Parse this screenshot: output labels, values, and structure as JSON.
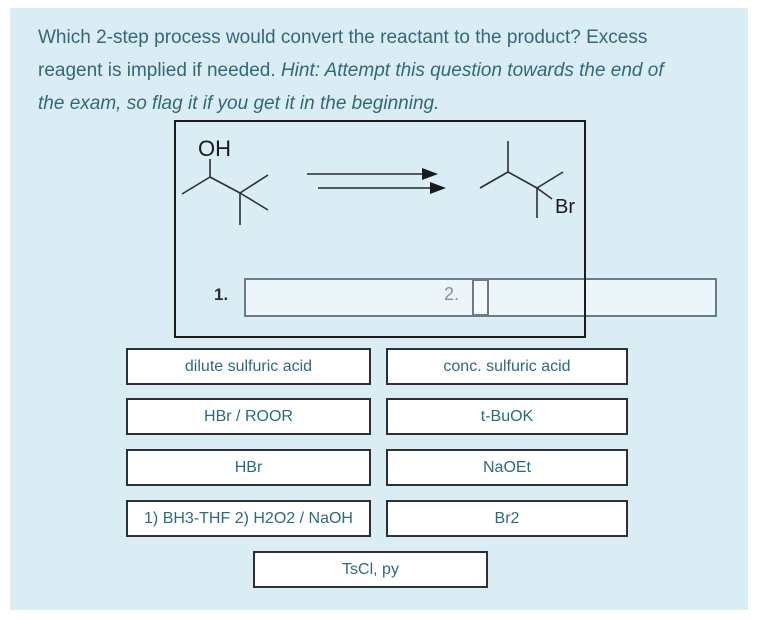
{
  "question": {
    "lines": [
      {
        "normal": "Which 2-step process would convert the reactant to the product? Excess"
      },
      {
        "normal": "reagent is implied if needed. ",
        "italic": "Hint: Attempt this question towards the end of"
      },
      {
        "italic": "the exam, so flag it if you get it in the beginning."
      }
    ]
  },
  "reaction": {
    "reactant_substituent": "OH",
    "product_substituent": "Br"
  },
  "blanks": [
    {
      "label": "1."
    },
    {
      "label": "2."
    }
  ],
  "options": [
    "dilute sulfuric acid",
    "conc. sulfuric acid",
    "HBr / ROOR",
    "t-BuOK",
    "HBr",
    "NaOEt",
    "1) BH3-THF 2) H2O2 / NaOH",
    "Br2",
    "TsCl, py"
  ],
  "colors": {
    "panel_bg": "#daecf4",
    "question_text": "#336879",
    "option_text": "#2e6a7f",
    "option_border": "#2b3137",
    "dropzone_border": "#6f7b84",
    "dropzone_fill": "#ecf5f9",
    "structure_border": "#1b1b1b"
  }
}
